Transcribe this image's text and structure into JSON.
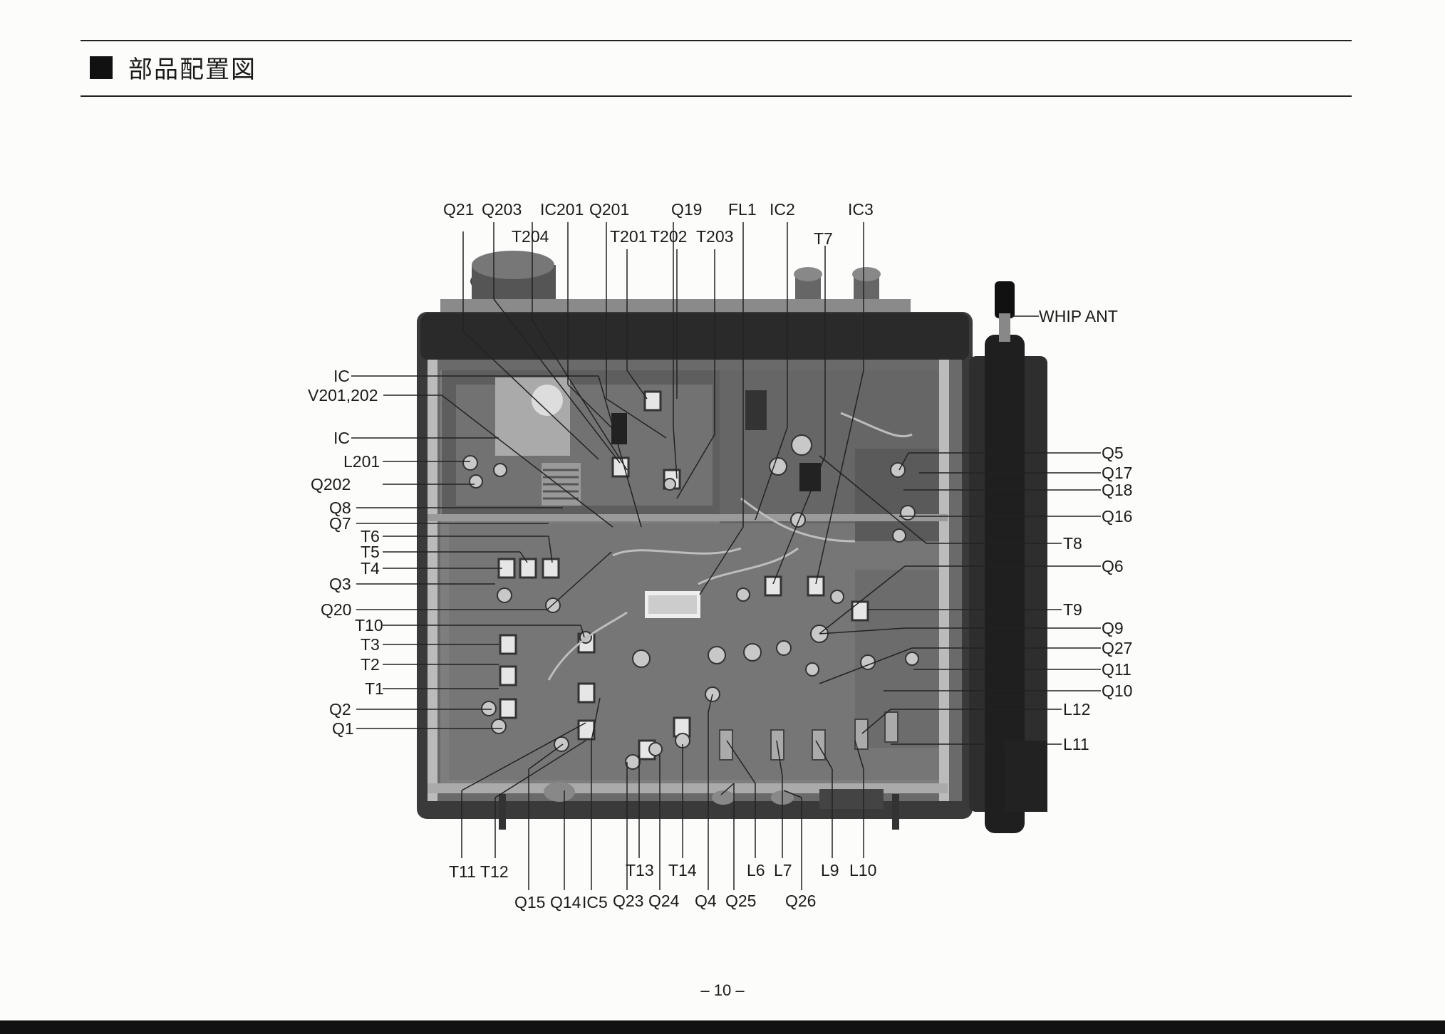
{
  "header": {
    "title": "部品配置図"
  },
  "footer": {
    "page_number": "– 10 –"
  },
  "labels": {
    "top": [
      "Q21",
      "Q203",
      "IC201",
      "Q201",
      "Q19",
      "FL1",
      "IC2",
      "IC3",
      "T204",
      "T201",
      "T202",
      "T203",
      "T7"
    ],
    "left": [
      "IC",
      "V201,202",
      "IC",
      "L201",
      "Q202",
      "Q8",
      "Q7",
      "T6",
      "T5",
      "T4",
      "Q3",
      "Q20",
      "T10",
      "T3",
      "T2",
      "T1",
      "Q2",
      "Q1"
    ],
    "right": [
      "WHIP ANT",
      "Q5",
      "Q17",
      "Q18",
      "Q16",
      "T8",
      "Q6",
      "T9",
      "Q9",
      "Q27",
      "Q11",
      "Q10",
      "L12",
      "L11"
    ],
    "bottom": [
      "T11",
      "T12",
      "Q15",
      "Q14",
      "IC5",
      "T13",
      "T14",
      "Q23",
      "Q24",
      "Q4",
      "Q25",
      "L6",
      "L7",
      "L9",
      "L10",
      "Q26"
    ]
  }
}
